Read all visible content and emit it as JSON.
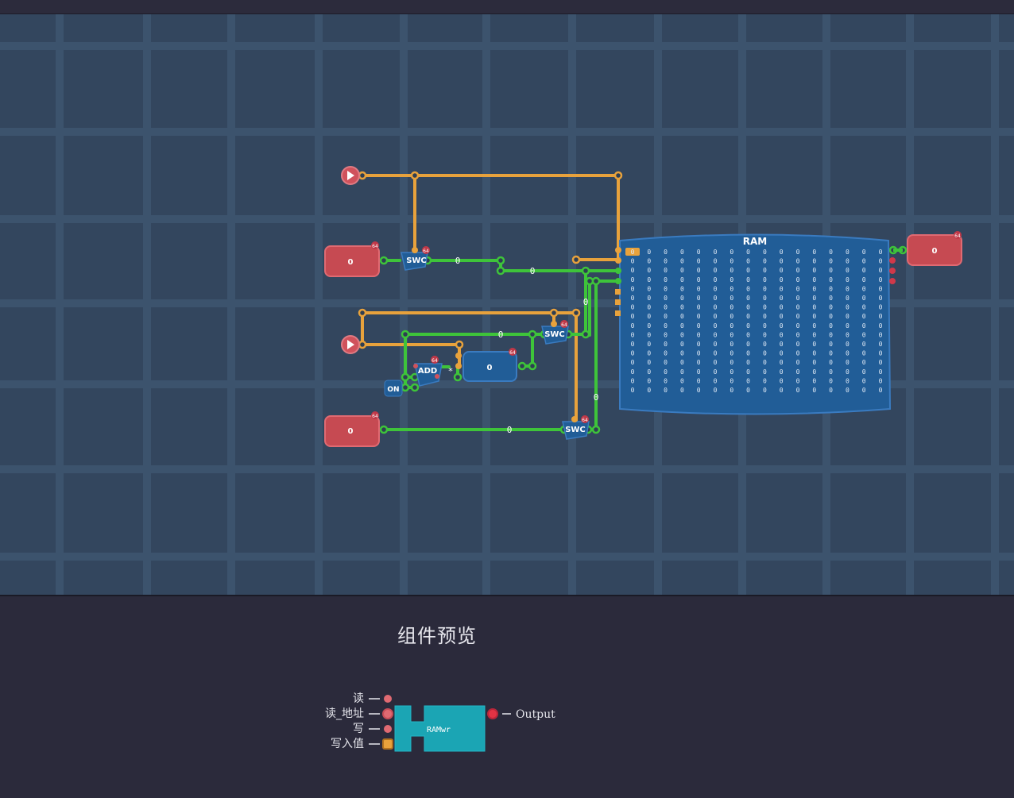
{
  "canvas": {
    "ram": {
      "title": "RAM",
      "cell_value": "0",
      "rows": 16,
      "cols": 16,
      "highlight_value": "0"
    },
    "input_top": {
      "value": "0",
      "badge": "64"
    },
    "input_bottom": {
      "value": "0",
      "badge": "64"
    },
    "output": {
      "value": "0",
      "badge": "64"
    },
    "register": {
      "value": "0",
      "badge": "64"
    },
    "switches": [
      {
        "label": "SWC",
        "badge": "64"
      },
      {
        "label": "SWC",
        "badge": "64"
      },
      {
        "label": "SWC",
        "badge": "64"
      }
    ],
    "adder": {
      "label": "ADD",
      "badge": "64"
    },
    "on_label": "ON",
    "wire_labels": [
      "0",
      "0",
      "0",
      "0",
      "0",
      "0"
    ],
    "colors": {
      "bit_wire": "#e8a23c",
      "byte_wire": "#3ec43a",
      "red_comp": "#c64a52",
      "blue_comp": "#215d97",
      "teal": "#1ba5b4"
    }
  },
  "preview": {
    "title": "组件预览",
    "component_label": "RAMwr",
    "inputs": [
      "读",
      "读_地址",
      "写",
      "写入值"
    ],
    "output": "Output"
  }
}
